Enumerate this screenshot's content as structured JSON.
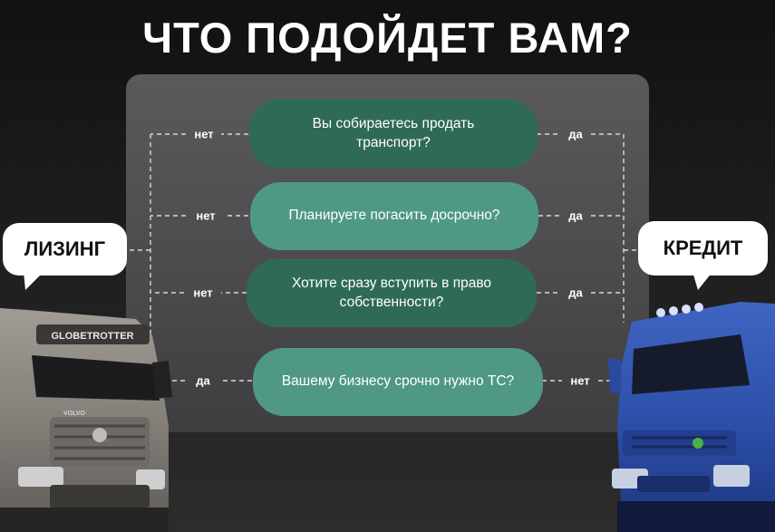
{
  "title": "ЧТО ПОДОЙДЕТ ВАМ?",
  "questions": [
    {
      "text": "Вы собираетесь продать транспорт?",
      "left": "нет",
      "right": "да"
    },
    {
      "text": "Планируете погасить досрочно?",
      "left": "нет",
      "right": "да"
    },
    {
      "text": "Хотите сразу вступить в право собственности?",
      "left": "нет",
      "right": "да"
    },
    {
      "text": "Вашему бизнесу срочно нужно ТС?",
      "left": "да",
      "right": "нет"
    }
  ],
  "options": {
    "left": "ЛИЗИНГ",
    "right": "КРЕДИТ"
  },
  "left_truck": {
    "brand_plate": "GLOBETROTTER",
    "grille_badge": "VOLVO"
  },
  "colors": {
    "background": "#1a1a1a",
    "panel": "#545456",
    "question_dark": "#2f6a58",
    "question_light": "#4f9885",
    "truck_left": "#8a8580",
    "truck_right": "#2f52b0"
  }
}
